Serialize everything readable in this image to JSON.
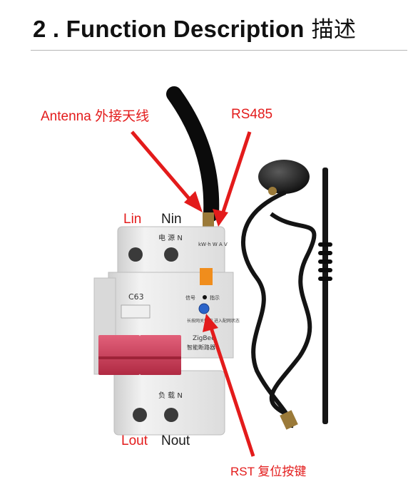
{
  "heading": {
    "text": "2 . Function Description",
    "cn": "描述"
  },
  "labels": {
    "antenna": "Antenna 外接天线",
    "rs485": "RS485",
    "lin": "Lin",
    "nin": "Nin",
    "lout": "Lout",
    "nout": "Nout",
    "rst": "RST 复位按键"
  },
  "device": {
    "top_marking": "电 源 N",
    "bottom_marking": "负 载 N",
    "rating": "C63",
    "meter_labels": "kW·h  W A V",
    "signal": "信号",
    "indicator": "指示",
    "instruction": "长按网关快闪 进入配网状态",
    "brand": "ZigBee",
    "product": "智能断路器"
  },
  "colors": {
    "annotation": "#e31b1b",
    "breaker_body": "#e9e9e9",
    "handle": "#c8374f",
    "rst_button": "#2a63c9",
    "cable": "#141414"
  }
}
